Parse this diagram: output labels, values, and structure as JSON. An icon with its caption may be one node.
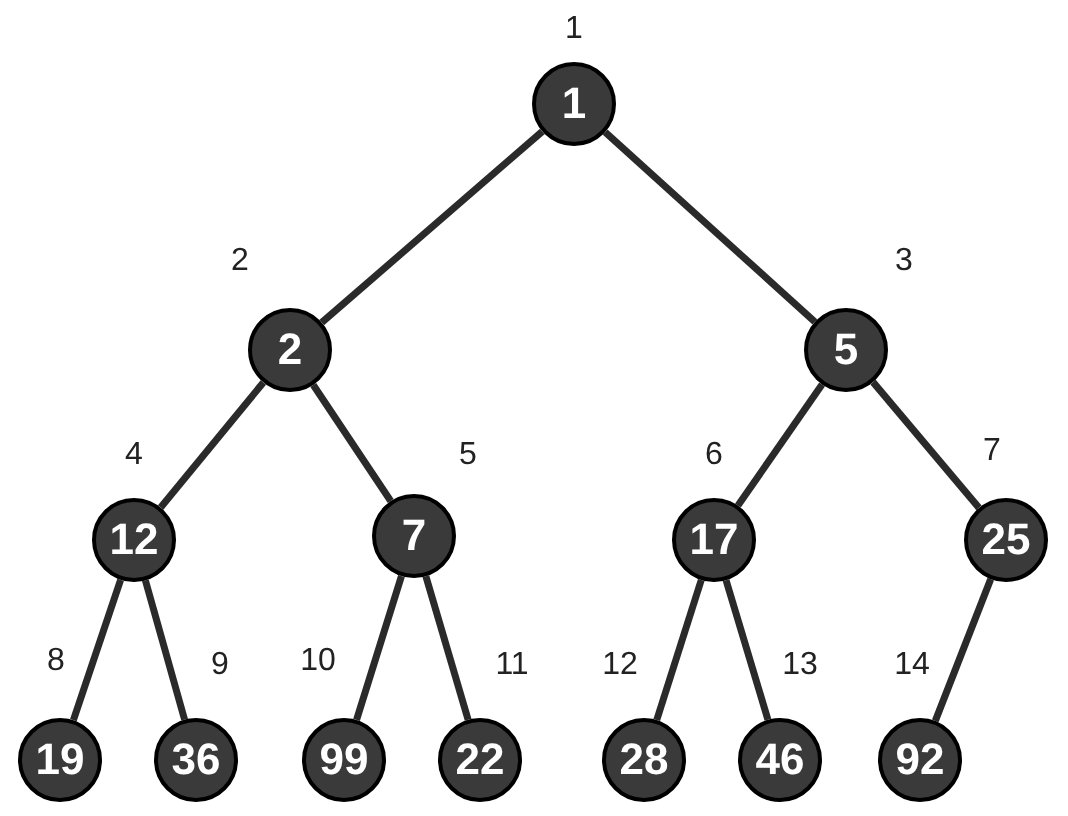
{
  "diagram": {
    "nodes": [
      {
        "text": [
          "1"
        ],
        "beside": [
          "1"
        ]
      },
      {
        "text": [
          "2"
        ],
        "beside": [
          "2"
        ]
      },
      {
        "text": [
          "5"
        ],
        "beside": [
          "3"
        ]
      },
      {
        "text": [
          "12"
        ],
        "beside": [
          "4"
        ]
      },
      {
        "text": [
          "7"
        ],
        "beside": [
          "5"
        ]
      },
      {
        "text": [
          "17"
        ],
        "beside": [
          "6"
        ]
      },
      {
        "text": [
          "25"
        ],
        "beside": [
          "7"
        ]
      },
      {
        "text": [
          "19"
        ],
        "beside": [
          "8"
        ]
      },
      {
        "text": [
          "36"
        ],
        "beside": [
          "9"
        ]
      },
      {
        "text": [
          "99"
        ],
        "beside": [
          "10"
        ]
      },
      {
        "text": [
          "22"
        ],
        "beside": [
          "11"
        ]
      },
      {
        "text": [
          "28"
        ],
        "beside": [
          "12"
        ]
      },
      {
        "text": [
          "46"
        ],
        "beside": [
          "13"
        ]
      },
      {
        "text": [
          "92"
        ],
        "beside": [
          "14"
        ]
      }
    ],
    "edges": [
      {
        "from": 0,
        "to": 1,
        "arrow": "none"
      },
      {
        "from": 0,
        "to": 2,
        "arrow": "none"
      },
      {
        "from": 1,
        "to": 3,
        "arrow": "none"
      },
      {
        "from": 1,
        "to": 4,
        "arrow": "none"
      },
      {
        "from": 2,
        "to": 5,
        "arrow": "none"
      },
      {
        "from": 2,
        "to": 6,
        "arrow": "none"
      },
      {
        "from": 3,
        "to": 7,
        "arrow": "none"
      },
      {
        "from": 3,
        "to": 8,
        "arrow": "none"
      },
      {
        "from": 4,
        "to": 9,
        "arrow": "none"
      },
      {
        "from": 4,
        "to": 10,
        "arrow": "none"
      },
      {
        "from": 5,
        "to": 11,
        "arrow": "none"
      },
      {
        "from": 5,
        "to": 12,
        "arrow": "none"
      },
      {
        "from": 6,
        "to": 13,
        "arrow": "none"
      }
    ]
  }
}
